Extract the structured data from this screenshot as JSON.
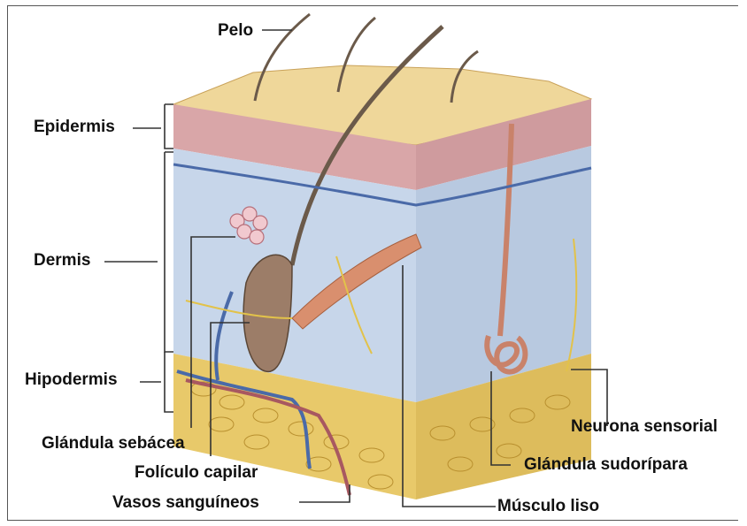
{
  "labels": {
    "pelo": "Pelo",
    "epidermis": "Epidermis",
    "dermis": "Dermis",
    "hipodermis": "Hipodermis",
    "glandula_sebacea": "Glándula sebácea",
    "foliculo_capilar": "Folículo capilar",
    "vasos_sanguineos": "Vasos sanguíneos",
    "musculo_liso": "Músculo liso",
    "glandula_sudoripara": "Glándula sudorípara",
    "neurona_sensorial": "Neurona sensorial"
  },
  "colors": {
    "epidermis": "#d9a6a8",
    "dermis": "#c7d6ea",
    "hipodermis": "#e8c96a",
    "hair": "#6b5a4a",
    "muscle": "#d98f6e",
    "vessel_blue": "#4a6aa8",
    "nerve": "#e2c24a",
    "leader_line": "#333333"
  }
}
